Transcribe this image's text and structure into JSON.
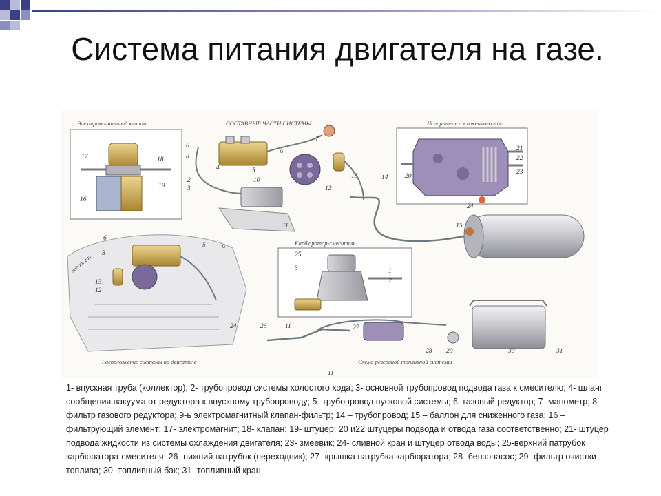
{
  "slide": {
    "title": "Система питания двигателя на газе.",
    "caption": "1- впускная труба (коллектор); 2- трубопровод системы холостого хода; 3- основной трубопровод подвода газа к смесителю; 4- шланг сообщения вакуума от редуктора к впускному трубопроводу; 5- трубопровод пусковой системы; 6- газовый редуктор; 7- манометр; 8- фильтр газового редуктора; 9-ь электромагнитный клапан-фильтр; 14 – трубопровод; 15 – баллон для сниженного газа; 16 – фильтрующий элемент; 17- электромагнит; 18- клапан; 19- штуцер; 20 и22 штуцеры подвода и отвода газа соответственно; 21- штуцер подвода жидкости из системы охлаждения двигателя; 23- змеевик; 24- сливной кран и штуцер отвода воды; 25-верхний патрубок карбюратора-смесителя; 26- нижний патрубок (переходник); 27- крышка патрубка карбюратора; 28- бензонасос; 29- фильтр очистки топлива; 30- топливный бак; 31- топливный кран"
  },
  "figure": {
    "panel_titles": {
      "valve": "Электромагнитный клапан",
      "parts": "СОСТАВНЫЕ ЧАСТИ СИСТЕМЫ",
      "evaporator": "Испаритель сжиженного газа",
      "carburetor": "Карбюратор-смеситель",
      "engine": "Расположение системы на двигателе",
      "reserve": "Схема резервной топливной системы",
      "pipe_note": "холод. газ",
      "figure_number": "11"
    },
    "labels": {
      "n1": "1",
      "n2": "2",
      "n3": "3",
      "n4": "4",
      "n5": "5",
      "n6": "6",
      "n7": "7",
      "n8": "8",
      "n9": "9",
      "n10": "10",
      "n11": "11",
      "n12": "12",
      "n13": "13",
      "n14": "14",
      "n15": "15",
      "n16": "16",
      "n17": "17",
      "n18": "18",
      "n19": "19",
      "n20": "20",
      "n21": "21",
      "n22": "22",
      "n23": "23",
      "n24": "24",
      "n25": "25",
      "n26": "26",
      "n27": "27",
      "n28": "28",
      "n29": "29",
      "n30": "30",
      "n31": "31"
    },
    "colors": {
      "gold": "#c8a64a",
      "purple": "#7a6a9a",
      "lavender": "#b9aed1",
      "silver": "#c9c9cf",
      "pipe": "#6e7a80"
    }
  }
}
